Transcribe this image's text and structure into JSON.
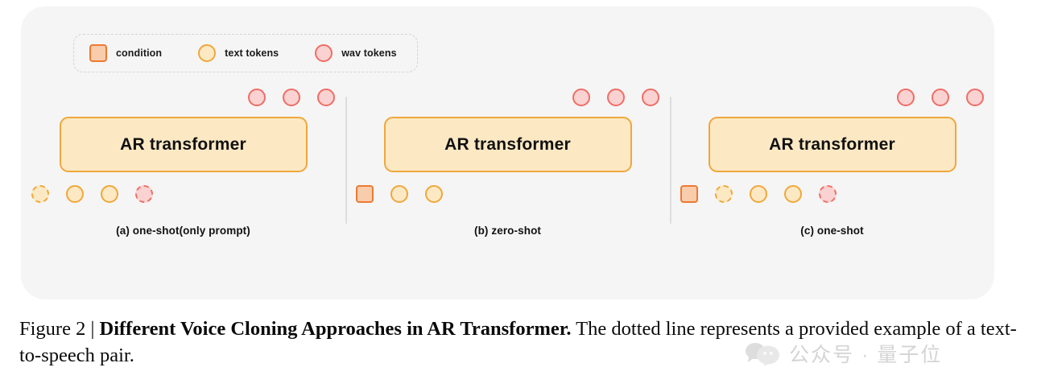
{
  "figure": {
    "legend": {
      "items": [
        {
          "label": "condition",
          "marker": "square-orange"
        },
        {
          "label": "text tokens",
          "marker": "circle-yellow"
        },
        {
          "label": "wav tokens",
          "marker": "circle-pink"
        }
      ]
    },
    "panels": [
      {
        "id": "a",
        "caption": "(a) one-shot(only prompt)",
        "box_label": "AR transformer",
        "outputs": [
          "wav",
          "wav",
          "wav"
        ],
        "inputs": [
          "text-dashed",
          "text",
          "text",
          "wav-dashed"
        ]
      },
      {
        "id": "b",
        "caption": "(b) zero-shot",
        "box_label": "AR transformer",
        "outputs": [
          "wav",
          "wav",
          "wav"
        ],
        "inputs": [
          "condition",
          "text",
          "text"
        ]
      },
      {
        "id": "c",
        "caption": "(c) one-shot",
        "box_label": "AR transformer",
        "outputs": [
          "wav",
          "wav",
          "wav"
        ],
        "inputs": [
          "condition",
          "text-dashed",
          "text",
          "text",
          "wav-dashed"
        ]
      }
    ],
    "caption": {
      "prefix": "Figure 2 | ",
      "bold": "Different Voice Cloning Approaches in AR Transformer.",
      "rest": " The dotted line represents a provided example of a text-to-speech pair."
    },
    "watermark": {
      "text": "公众号 · 量子位",
      "icon": "wechat-icon"
    },
    "colors": {
      "card_bg": "#f5f5f5",
      "condition_fill": "#f9ccab",
      "condition_border": "#ec7a32",
      "text_token_fill": "#fce9c4",
      "text_token_border": "#f0a73c",
      "wav_token_fill": "#f9d2d1",
      "wav_token_border": "#ef6e67",
      "divider": "#dedede",
      "legend_border": "#d4d4d4"
    }
  }
}
